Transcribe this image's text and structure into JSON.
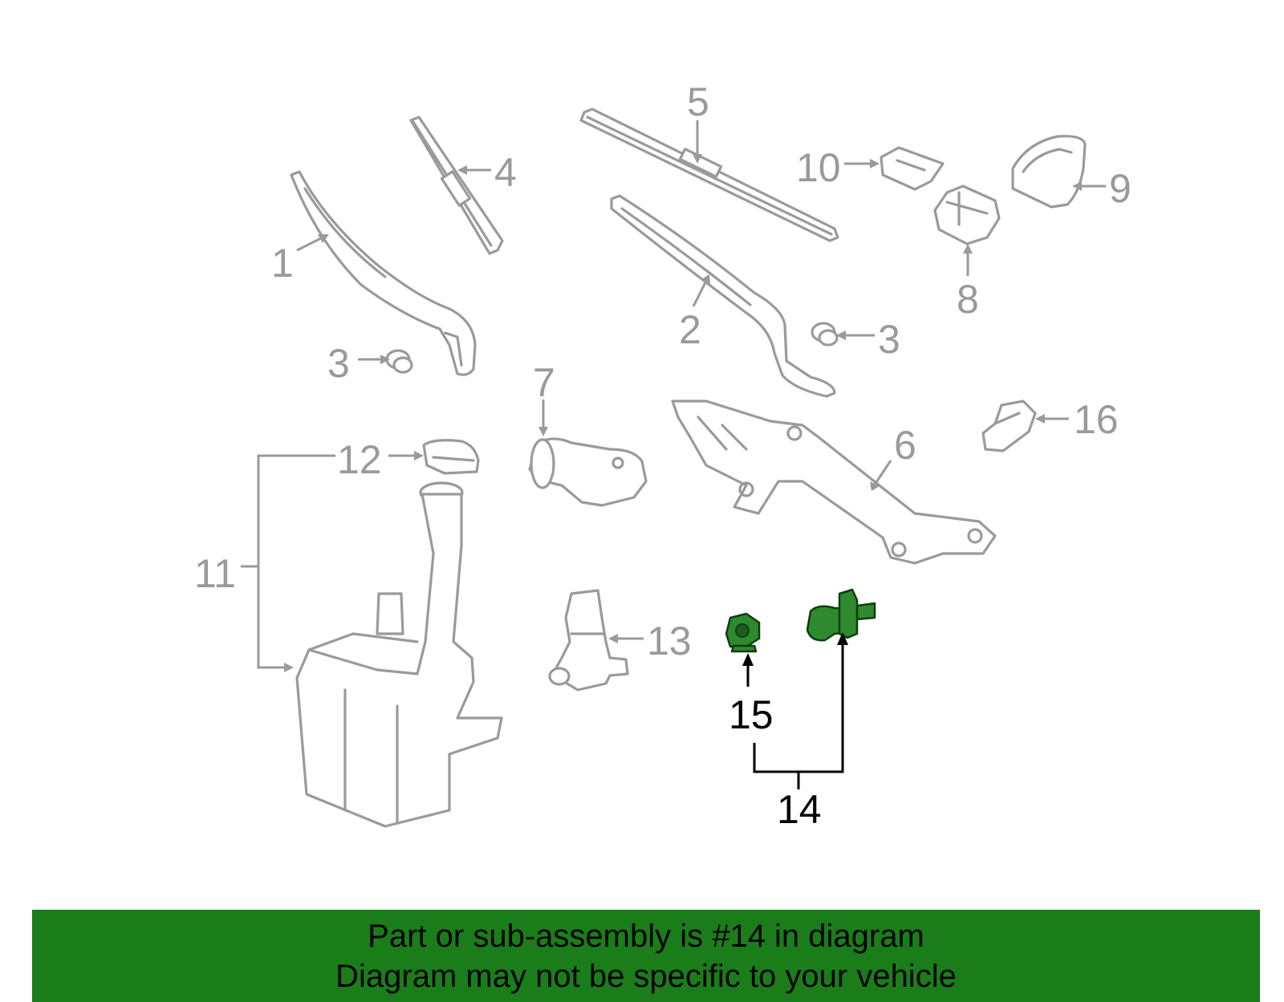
{
  "diagram": {
    "callouts": [
      {
        "id": "1",
        "text": "1"
      },
      {
        "id": "2",
        "text": "2"
      },
      {
        "id": "3a",
        "text": "3"
      },
      {
        "id": "3b",
        "text": "3"
      },
      {
        "id": "4",
        "text": "4"
      },
      {
        "id": "5",
        "text": "5"
      },
      {
        "id": "6",
        "text": "6"
      },
      {
        "id": "7",
        "text": "7"
      },
      {
        "id": "8",
        "text": "8"
      },
      {
        "id": "9",
        "text": "9"
      },
      {
        "id": "10",
        "text": "10"
      },
      {
        "id": "11",
        "text": "11"
      },
      {
        "id": "12",
        "text": "12"
      },
      {
        "id": "13",
        "text": "13"
      },
      {
        "id": "14",
        "text": "14"
      },
      {
        "id": "15",
        "text": "15"
      },
      {
        "id": "16",
        "text": "16"
      }
    ],
    "highlighted_part": "14",
    "colors": {
      "part_outline": "#9a9a9a",
      "highlight_fill": "#2f8a2f",
      "banner_bg": "#1a7d1a",
      "highlight_text": "#000000"
    }
  },
  "banner": {
    "line1": "Part or sub-assembly is #14 in diagram",
    "line2": "Diagram may not be specific to your vehicle"
  }
}
